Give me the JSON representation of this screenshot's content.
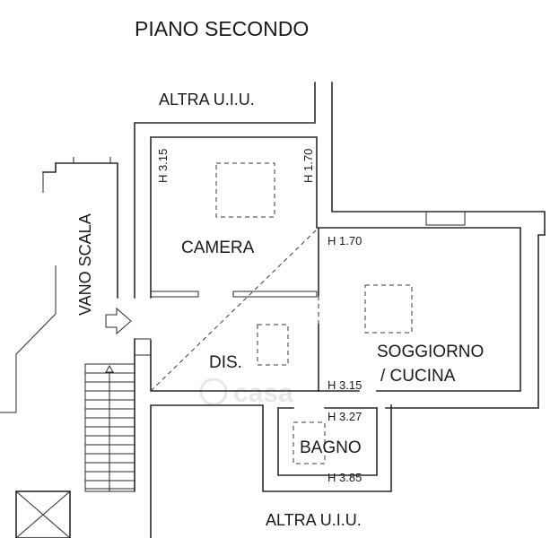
{
  "plan": {
    "title": "PIANO SECONDO",
    "watermark": "casa",
    "labels": {
      "altra_top": "ALTRA U.I.U.",
      "altra_bottom": "ALTRA U.I.U.",
      "vano_scala": "VANO SCALA",
      "camera": "CAMERA",
      "dis": "DIS.",
      "soggiorno_line1": "SOGGIORNO",
      "soggiorno_line2": "/ CUCINA",
      "bagno": "BAGNO"
    },
    "heights": {
      "camera_left": "H 3.15",
      "camera_right": "H 1.70",
      "soggiorno_top": "H 1.70",
      "soggiorno_bottom": "H 3.15",
      "bagno_top": "H 3.27",
      "bagno_bottom": "H 3.85"
    },
    "icons": {
      "entrance": "arrow-right-icon",
      "stair_direction": "arrow-up-icon"
    }
  }
}
